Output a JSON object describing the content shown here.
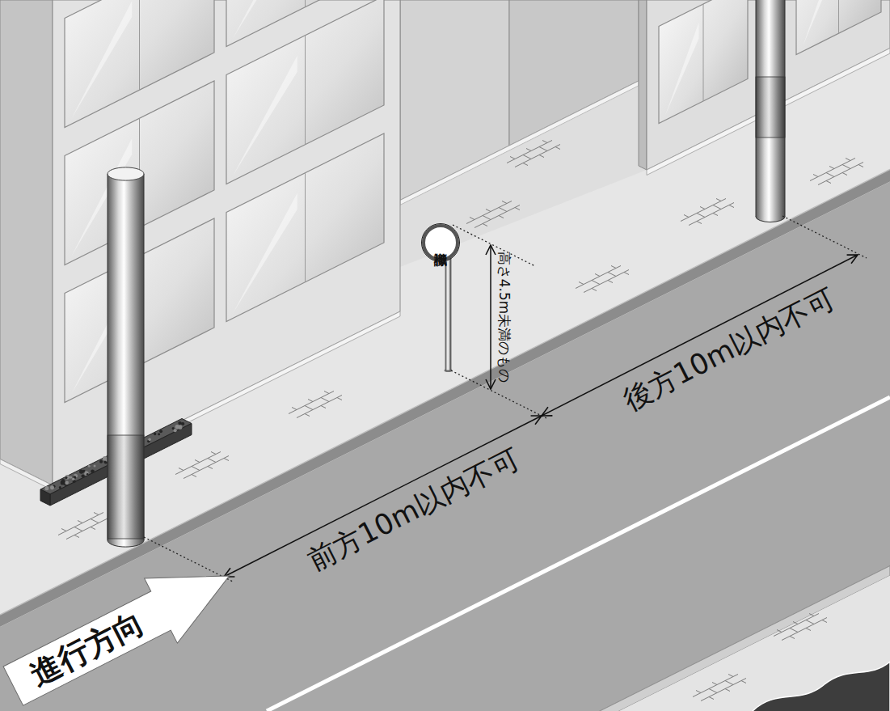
{
  "diagram": {
    "nodes": [
      {
        "text": [
          "標識"
        ]
      },
      {
        "text": [
          "進行方向"
        ]
      }
    ],
    "labels": [
      "高さ4.5m未満のもの",
      "後方10m以内不可",
      "前方10m以内不可"
    ]
  }
}
